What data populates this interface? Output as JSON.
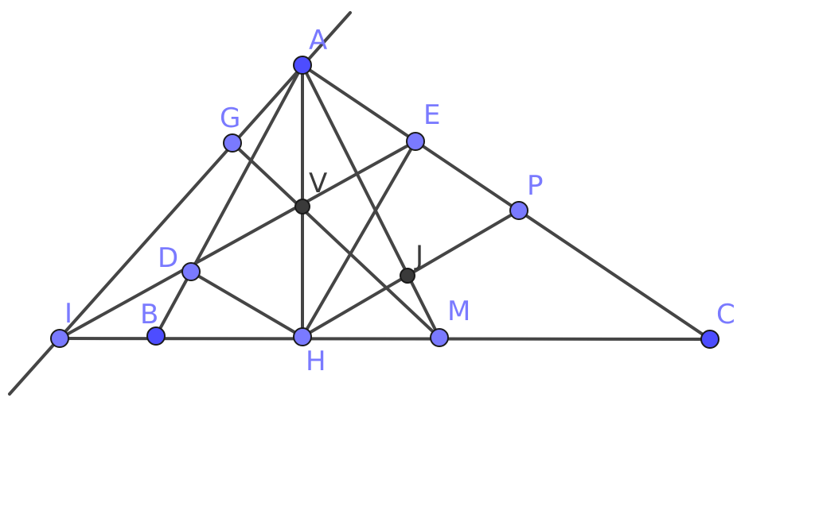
{
  "diagram": {
    "points": [
      {
        "id": "A",
        "label": "A",
        "kind": "free",
        "color": "#4d4dff",
        "label_color": "#7a7aff"
      },
      {
        "id": "B",
        "label": "B",
        "kind": "free",
        "color": "#4d4dff",
        "label_color": "#7a7aff"
      },
      {
        "id": "C",
        "label": "C",
        "kind": "free",
        "color": "#4d4dff",
        "label_color": "#7a7aff"
      },
      {
        "id": "G",
        "label": "G",
        "kind": "dependent",
        "color": "#7a7aff",
        "label_color": "#7a7aff"
      },
      {
        "id": "E",
        "label": "E",
        "kind": "dependent",
        "color": "#7a7aff",
        "label_color": "#7a7aff"
      },
      {
        "id": "P",
        "label": "P",
        "kind": "dependent",
        "color": "#7a7aff",
        "label_color": "#7a7aff"
      },
      {
        "id": "D",
        "label": "D",
        "kind": "dependent",
        "color": "#7a7aff",
        "label_color": "#7a7aff"
      },
      {
        "id": "I",
        "label": "I",
        "kind": "dependent",
        "color": "#7a7aff",
        "label_color": "#7a7aff"
      },
      {
        "id": "H",
        "label": "H",
        "kind": "dependent",
        "color": "#7a7aff",
        "label_color": "#7a7aff"
      },
      {
        "id": "M",
        "label": "M",
        "kind": "dependent",
        "color": "#7a7aff",
        "label_color": "#7a7aff"
      },
      {
        "id": "V",
        "label": "V",
        "kind": "intersection",
        "color": "#3a3a3a",
        "label_color": "#3a3a3a"
      },
      {
        "id": "J",
        "label": "J",
        "kind": "intersection",
        "color": "#3a3a3a",
        "label_color": "#3a3a3a"
      }
    ],
    "segments": [
      [
        "I",
        "C"
      ],
      [
        "A",
        "C"
      ],
      [
        "A",
        "H"
      ],
      [
        "A",
        "M"
      ],
      [
        "A",
        "D"
      ],
      [
        "D",
        "B"
      ],
      [
        "I",
        "E"
      ],
      [
        "G",
        "M"
      ],
      [
        "D",
        "H"
      ],
      [
        "H",
        "E"
      ],
      [
        "H",
        "P"
      ]
    ],
    "lines": [
      [
        "I",
        "A"
      ]
    ],
    "line_color": "#454545"
  }
}
